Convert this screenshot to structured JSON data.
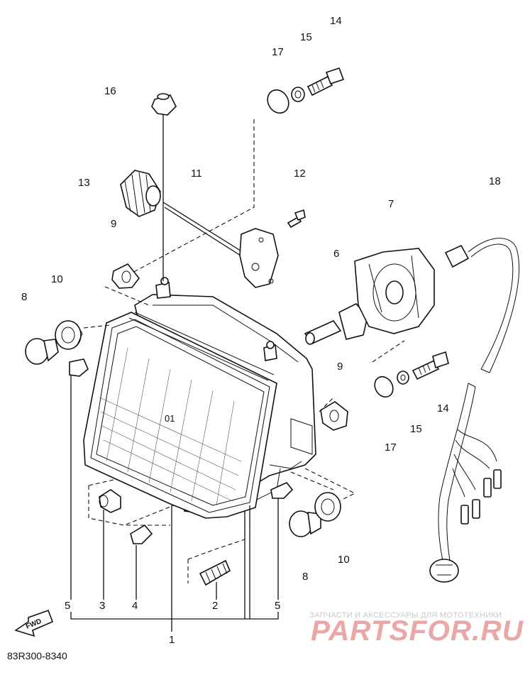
{
  "diagram": {
    "code": "83R300-8340",
    "callouts": {
      "c1": "1",
      "c2": "2",
      "c3": "3",
      "c4": "4",
      "c5a": "5",
      "c5b": "5",
      "c6": "6",
      "c7": "7",
      "c8a": "8",
      "c8b": "8",
      "c9a": "9",
      "c9b": "9",
      "c10a": "10",
      "c10b": "10",
      "c11": "11",
      "c12": "12",
      "c13": "13",
      "c14a": "14",
      "c14b": "14",
      "c15a": "15",
      "c15b": "15",
      "c16": "16",
      "c17a": "17",
      "c17b": "17",
      "c18": "18"
    },
    "fwd_label": "FWD",
    "lens_mark": "01"
  },
  "watermark": {
    "tagline": "ЗАПЧАСТИ И АКСЕССУАРЫ ДЛЯ МОТОТЕХНИКИ",
    "logo": "PARTSFOR.RU"
  }
}
